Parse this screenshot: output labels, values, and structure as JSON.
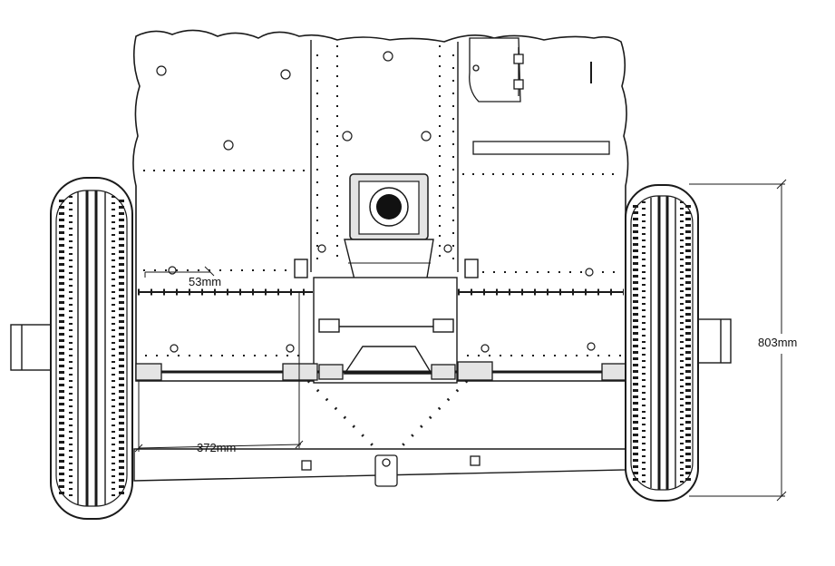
{
  "colors": {
    "line": "#1a1a1a",
    "shade": "#e4e4e4",
    "background": "#ffffff",
    "barrel": "#111111"
  },
  "dimensions": [
    {
      "id": "bolt-spacing",
      "label": "53mm"
    },
    {
      "id": "half-track",
      "label": "372mm"
    },
    {
      "id": "wheel-diameter",
      "label": "803mm"
    }
  ]
}
